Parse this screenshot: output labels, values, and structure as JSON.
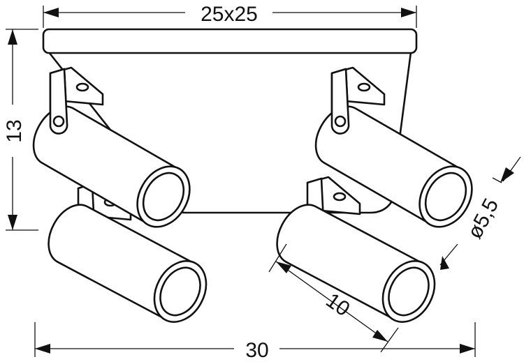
{
  "dimensions": {
    "base_size": "25x25",
    "height": "13",
    "total_width": "30",
    "spot_length": "10",
    "spot_diameter": "ø5,5"
  }
}
